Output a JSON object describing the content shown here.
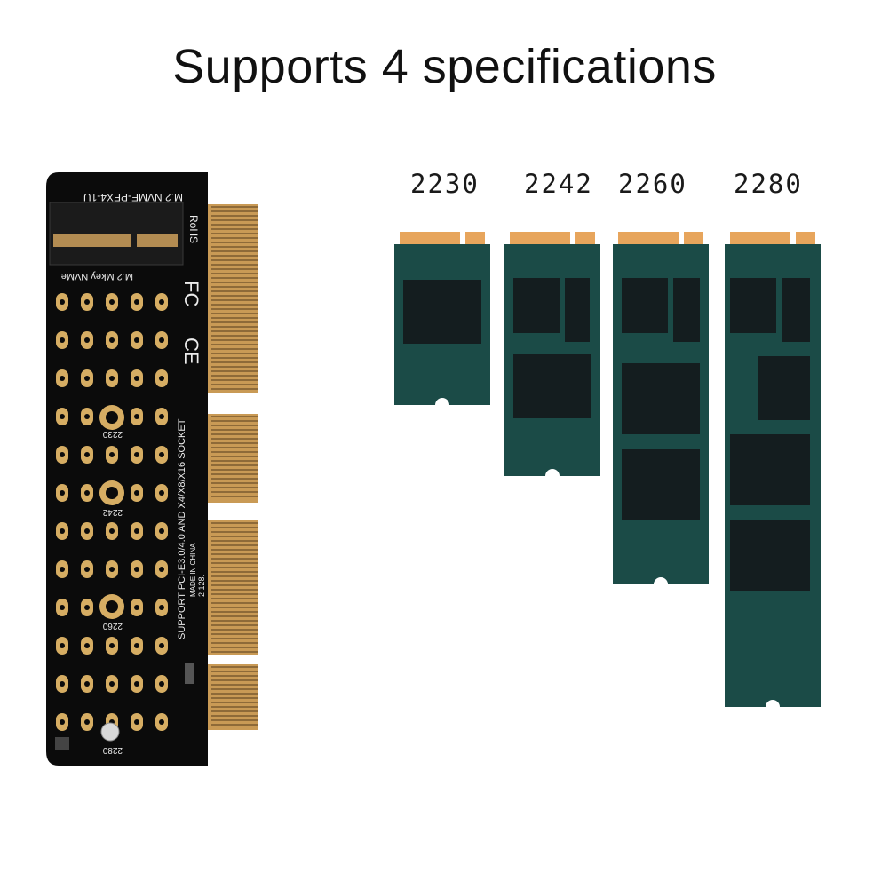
{
  "headline": "Supports 4 specifications",
  "colors": {
    "background": "#ffffff",
    "module_board": "#1b4b47",
    "module_chip": "#141d1f",
    "gold_contacts": "#e7a55c",
    "card_board": "#0b0b0b",
    "card_pads": "#d6ad63",
    "silkscreen": "#ececec"
  },
  "adapter_card": {
    "model_text": "M.2 NVME-PEX4-1U",
    "key_text": "M.2 Mkey NVMe",
    "rohs": "RoHS",
    "fc": "FC",
    "ce": "CE",
    "support_text": "SUPPORT PCI-E3.0/4.0 AND X4/X8/X16 SOCKET",
    "made_in": "MADE IN CHINA",
    "batch": "2 128.",
    "mount_labels": [
      "2230",
      "2242",
      "2260",
      "2280"
    ]
  },
  "modules": [
    {
      "label": "2230",
      "chip_layout": "single"
    },
    {
      "label": "2242",
      "chip_layout": "double"
    },
    {
      "label": "2260",
      "chip_layout": "triple"
    },
    {
      "label": "2280",
      "chip_layout": "quad"
    }
  ]
}
